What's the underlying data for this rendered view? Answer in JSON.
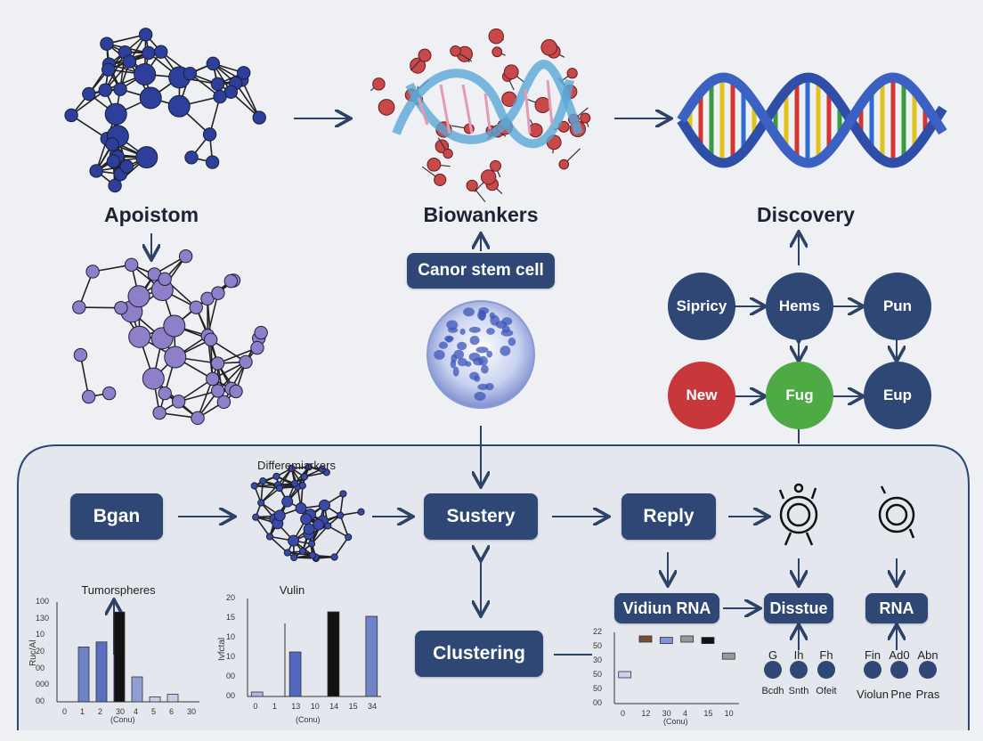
{
  "top": {
    "apoistom": "Apoistom",
    "biowankers": "Biowankers",
    "discovery": "Discovery",
    "canor_stem_cell": "Canor stem cell"
  },
  "network": {
    "sipricy": "Sipricy",
    "hems": "Hems",
    "pun": "Pun",
    "new": "New",
    "fug": "Fug",
    "eup": "Eup"
  },
  "panel": {
    "differ_label": "Differemiarkers",
    "bgan": "Bgan",
    "sustery": "Sustery",
    "reply": "Reply",
    "clustering": "Clustering",
    "vidiun_rna": "Vidiun RNA",
    "disstue": "Disstue",
    "rna": "RNA"
  },
  "mini_nodes": {
    "left": [
      "G",
      "Ih",
      "Fh"
    ],
    "left_sub": [
      "Bcdh",
      "Snth",
      "Ofeit"
    ],
    "right": [
      "Fin",
      "Ad0",
      "Abn"
    ],
    "right_sub": [
      "Violun",
      "Pne",
      "Pras"
    ]
  },
  "chart_data": [
    {
      "type": "bar",
      "title": "Tumorspheres",
      "ylabel": "Ruc/Al",
      "xlabel": "(Conu)",
      "categories": [
        "0",
        "1",
        "2",
        "30",
        "4",
        "5",
        "6",
        "30"
      ],
      "values": [
        0,
        22,
        24,
        36,
        10,
        2,
        3,
        0
      ],
      "yticks": [
        "100",
        "130",
        "10",
        "20",
        "00",
        "000",
        "00"
      ]
    },
    {
      "type": "bar",
      "title": "Vulin",
      "ylabel": "Ivfctal",
      "xlabel": "(Conu)",
      "categories": [
        "0",
        "1",
        "13",
        "10",
        "14",
        "15",
        "34"
      ],
      "values": [
        1,
        0,
        10,
        0,
        19,
        0,
        18
      ],
      "yticks": [
        "20",
        "15",
        "10",
        "10",
        "00",
        "00"
      ]
    },
    {
      "type": "bar",
      "ylabel": "",
      "xlabel": "(Conu)",
      "categories": [
        "0",
        "12",
        "30",
        "4",
        "15",
        "10"
      ],
      "values": [
        20,
        45,
        44,
        45,
        44,
        33
      ],
      "yticks": [
        "22",
        "50",
        "30",
        "50",
        "50",
        "00"
      ]
    }
  ],
  "colors": {
    "navy": "#2e4774",
    "red": "#c8373a",
    "green": "#4eaa45",
    "node_blue": "#2d3f9a",
    "node_purple": "#8f7fc8",
    "node_red": "#c8494b",
    "arrow": "#2c4266"
  }
}
